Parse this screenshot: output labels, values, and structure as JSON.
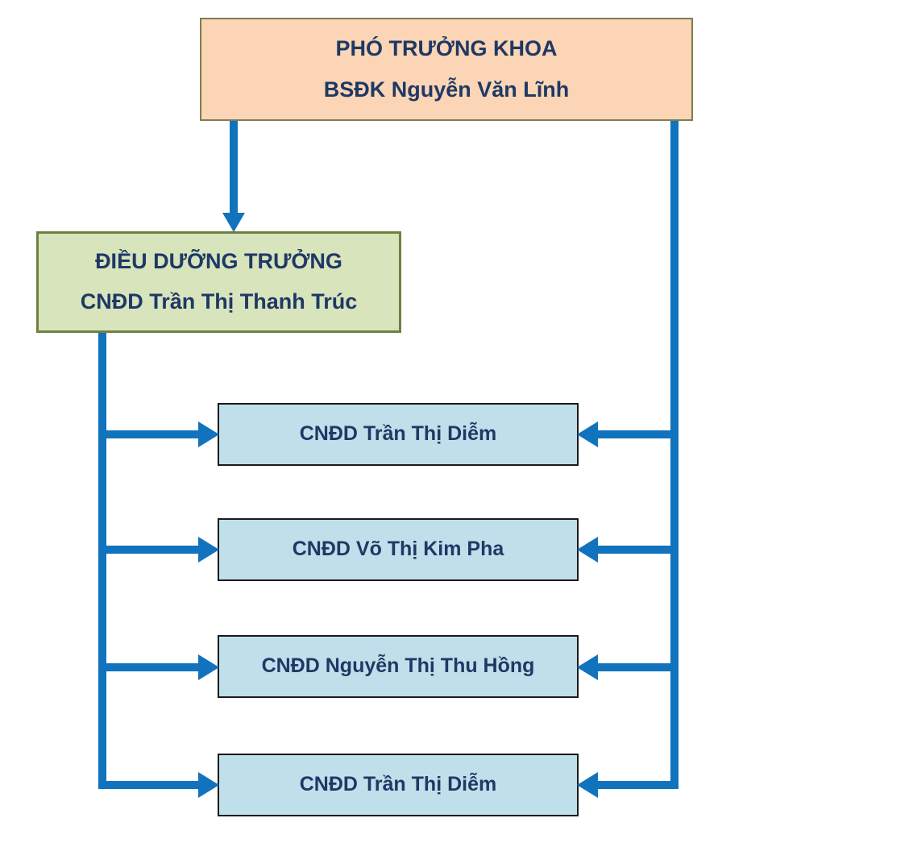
{
  "top_box": {
    "line1": "PHÓ TRƯỞNG KHOA",
    "line2": "BSĐK Nguyễn Văn Lĩnh"
  },
  "head_nurse_box": {
    "line1": "ĐIỀU DƯỠNG TRƯỞNG",
    "line2": "CNĐD Trần Thị Thanh Trúc"
  },
  "staff": [
    {
      "label": "CNĐD Trần Thị Diễm"
    },
    {
      "label": "CNĐD Võ Thị Kim Pha"
    },
    {
      "label": "CNĐD Nguyễn Thị Thu Hồng"
    },
    {
      "label": "CNĐD Trần Thị Diễm"
    }
  ],
  "colors": {
    "arrow-blue": "#1173BD",
    "text-navy": "#1F3864",
    "top-box-fill": "#FBD5B5",
    "top-box-border": "#7E7E4E",
    "head-box-fill": "#D7E4BC",
    "head-box-border": "#6E8140",
    "staff-box-fill": "#BFDFEB",
    "staff-box-border": "#1A1A1A"
  }
}
